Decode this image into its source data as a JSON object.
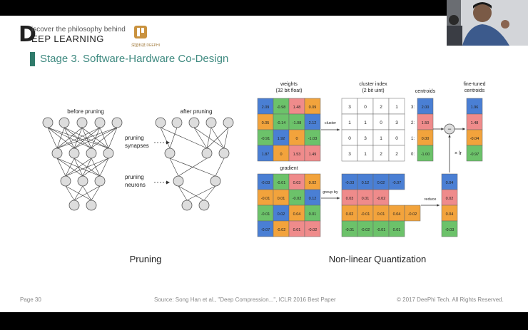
{
  "header": {
    "logo_letter": "D",
    "logo_line1": "iscover the philosophy behind",
    "logo_line2": "EEP LEARNING",
    "brand_text": "深鉴科技 DEEPHI"
  },
  "stage_title": "Stage 3. Software-Hardware Co-Design",
  "pruning": {
    "before": "before pruning",
    "after": "after pruning",
    "synapses": [
      "pruning",
      "synapses"
    ],
    "neurons": [
      "pruning",
      "neurons"
    ],
    "caption": "Pruning"
  },
  "quant": {
    "weights_title": [
      "weights",
      "(32 bit float)"
    ],
    "index_title": [
      "cluster index",
      "(2 bit uint)"
    ],
    "centroids_title": "centroids",
    "finetuned_title": [
      "fine-tuned",
      "centroids"
    ],
    "gradient_title": "gradient",
    "cluster_label": "cluster",
    "group_label": "group by",
    "reduce_label": "reduce",
    "lr_label": "× lr",
    "minus_label": "−",
    "caption": "Non-linear Quantization",
    "weights": [
      [
        "2.09",
        "-0.98",
        "1.48",
        "0.09"
      ],
      [
        "0.05",
        "-0.14",
        "-1.08",
        "2.12"
      ],
      [
        "-0.91",
        "1.92",
        "0",
        "-1.03"
      ],
      [
        "1.87",
        "0",
        "1.53",
        "1.49"
      ]
    ],
    "weight_colors": [
      [
        "#4a7fd4",
        "#6cc26a",
        "#ef8b8b",
        "#f2a33c"
      ],
      [
        "#f2a33c",
        "#6cc26a",
        "#6cc26a",
        "#4a7fd4"
      ],
      [
        "#6cc26a",
        "#4a7fd4",
        "#f2a33c",
        "#6cc26a"
      ],
      [
        "#4a7fd4",
        "#f2a33c",
        "#ef8b8b",
        "#ef8b8b"
      ]
    ],
    "index": [
      [
        "3",
        "0",
        "2",
        "1"
      ],
      [
        "1",
        "1",
        "0",
        "3"
      ],
      [
        "0",
        "3",
        "1",
        "0"
      ],
      [
        "3",
        "1",
        "2",
        "2"
      ]
    ],
    "index_side": [
      "3:",
      "2:",
      "1:",
      "0:"
    ],
    "centroids": [
      "2.00",
      "1.50",
      "0.00",
      "-1.00"
    ],
    "finetuned": [
      "1.96",
      "1.48",
      "-0.04",
      "-0.97"
    ],
    "centroid_colors": [
      "#4a7fd4",
      "#ef8b8b",
      "#f2a33c",
      "#6cc26a"
    ],
    "gradient": [
      [
        "-0.03",
        "-0.01",
        "0.03",
        "0.02"
      ],
      [
        "-0.01",
        "0.01",
        "-0.02",
        "0.12"
      ],
      [
        "-0.01",
        "0.02",
        "0.04",
        "0.01"
      ],
      [
        "-0.07",
        "-0.02",
        "0.01",
        "-0.02"
      ]
    ],
    "gradient_colors": [
      [
        "#4a7fd4",
        "#6cc26a",
        "#ef8b8b",
        "#f2a33c"
      ],
      [
        "#f2a33c",
        "#f2a33c",
        "#6cc26a",
        "#4a7fd4"
      ],
      [
        "#6cc26a",
        "#4a7fd4",
        "#f2a33c",
        "#6cc26a"
      ],
      [
        "#4a7fd4",
        "#f2a33c",
        "#ef8b8b",
        "#ef8b8b"
      ]
    ],
    "grouped": [
      [
        "-0.03",
        "0.12",
        "0.02",
        "-0.07"
      ],
      [
        "0.03",
        "0.01",
        "-0.02"
      ],
      [
        "0.02",
        "-0.01",
        "0.01",
        "0.04",
        "-0.02"
      ],
      [
        "-0.01",
        "-0.02",
        "-0.01",
        "0.01"
      ]
    ],
    "reduced": [
      "0.04",
      "0.02",
      "0.04",
      "-0.03"
    ]
  },
  "footer": {
    "page": "Page 30",
    "source": "Source: Song Han et al., \"Deep Compression...\", ICLR 2016 Best Paper",
    "copyright": "© 2017 DeePhi Tech. All Rights Reserved."
  },
  "colors": {
    "accent": "#3f8a80",
    "blue": "#4a7fd4",
    "green": "#6cc26a",
    "orange": "#f2a33c",
    "red": "#ef8b8b"
  }
}
